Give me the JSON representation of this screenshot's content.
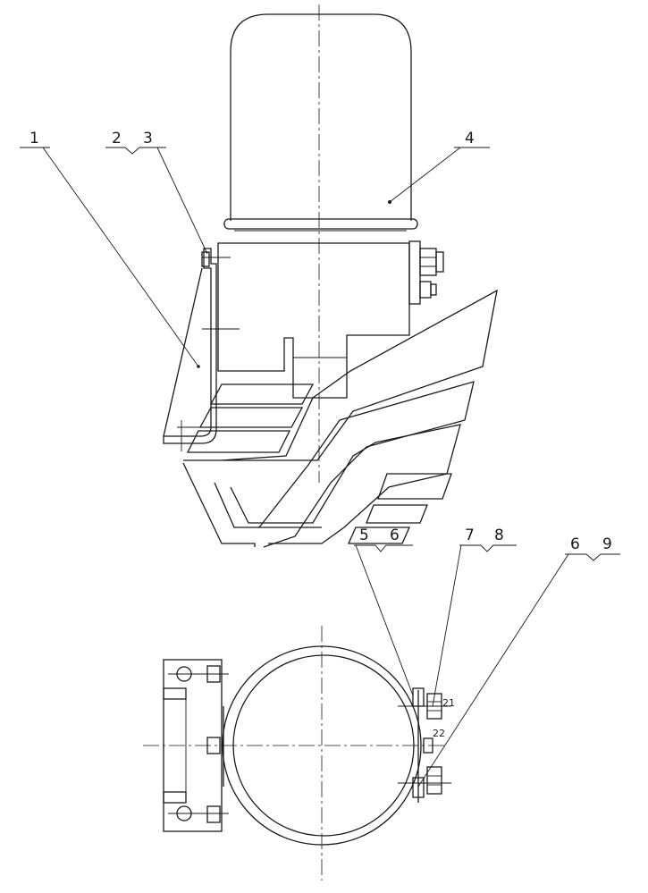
{
  "labels": {
    "part_1": "1",
    "part_2": "2",
    "part_3": "3",
    "part_4": "4",
    "part_5": "5",
    "part_6a": "6",
    "part_7": "7",
    "part_8": "8",
    "part_6b": "6",
    "part_9": "9",
    "size_21": "21",
    "size_22": "22"
  }
}
